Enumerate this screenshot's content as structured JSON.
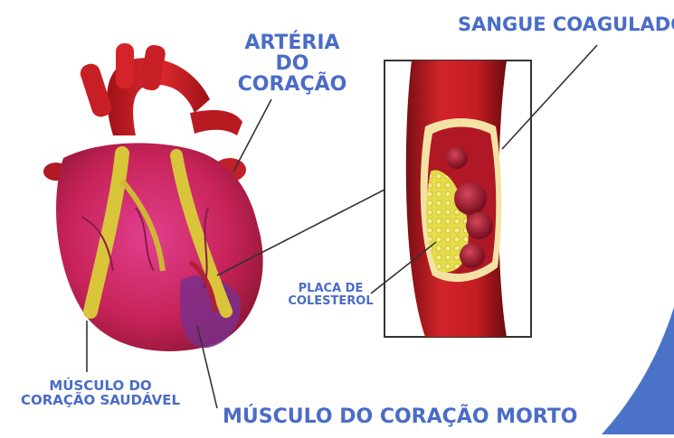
{
  "labels": {
    "artery": [
      "ARTÉRIA",
      "DO CORAÇÃO"
    ],
    "clotted_blood": "SANGUE COAGULADO",
    "plaque": [
      "PLACA DE",
      "COLESTEROL"
    ],
    "healthy_muscle": [
      "MÚSCULO DO",
      "CORAÇÃO SAUDÁVEL"
    ],
    "dead_muscle": "MÚSCULO DO CORAÇÃO MORTO"
  },
  "colors": {
    "label_text": "#4a6cc8",
    "heart_red": "#c81e26",
    "healthy_tissue": "#d0307a",
    "dead_tissue": "#7a2f8a",
    "artery_yellow": "#d8c53a",
    "plaque_yellow": "#e2dc4a",
    "accent_corner": "#4a73c8"
  }
}
